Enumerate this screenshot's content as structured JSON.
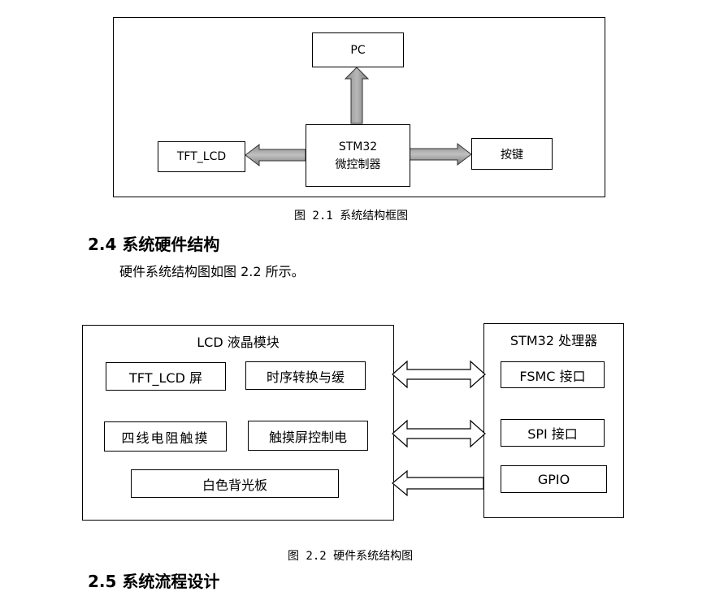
{
  "figure1": {
    "pc": "PC",
    "mcu_line1": "STM32",
    "mcu_line2": "微控制器",
    "tft": "TFT_LCD",
    "keys": "按键",
    "caption": "图 2.1 系统结构框图"
  },
  "section_2_4": {
    "heading": "2.4 系统硬件结构",
    "body": "硬件系统结构图如图 2.2 所示。"
  },
  "figure2": {
    "lcd_module_title": "LCD 液晶模块",
    "lcd_items": [
      "TFT_LCD 屏",
      "时序转换与缓",
      "四线电阻触摸",
      "触摸屏控制电",
      "白色背光板"
    ],
    "stm32_title": "STM32 处理器",
    "stm32_items": [
      "FSMC 接口",
      "SPI 接口",
      "GPIO"
    ],
    "caption": "图 2.2 硬件系统结构图"
  },
  "section_2_5": {
    "heading": "2.5 系统流程设计"
  }
}
